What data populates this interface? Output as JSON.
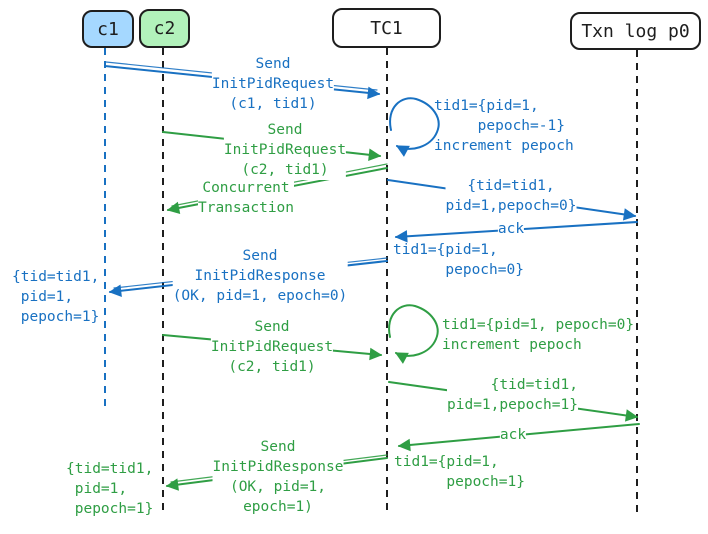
{
  "colors": {
    "blue": "#1971c2",
    "green": "#2f9e44",
    "ink": "#1e1e1e",
    "c1_fill": "#a5d8ff",
    "c2_fill": "#b2f2bb",
    "box_fill": "#ffffff",
    "bg": "#ffffff"
  },
  "actors": [
    {
      "id": "c1",
      "label": "c1"
    },
    {
      "id": "c2",
      "label": "c2"
    },
    {
      "id": "tc1",
      "label": "TC1"
    },
    {
      "id": "txnlog",
      "label": "Txn log p0"
    }
  ],
  "labels": {
    "msg1": {
      "color": "blue",
      "text": "Send\nInitPidRequest\n(c1, tid1)"
    },
    "loop1": {
      "color": "blue",
      "text": "tid1={pid=1,\n     pepoch=-1}\nincrement pepoch"
    },
    "msg2": {
      "color": "green",
      "text": "Send\nInitPidRequest\n(c2, tid1)"
    },
    "concurrent": {
      "color": "green",
      "text": "Concurrent\nTransaction"
    },
    "log1": {
      "color": "blue",
      "text": "{tid=tid1,\npid=1,pepoch=0}"
    },
    "ack1": {
      "color": "blue",
      "text": "ack"
    },
    "state1": {
      "color": "blue",
      "text": "tid1={pid=1,\n      pepoch=0}"
    },
    "msg8": {
      "color": "blue",
      "text": "Send\nInitPidResponse\n(OK, pid=1, epoch=0)"
    },
    "state_c1": {
      "color": "blue",
      "text": "{tid=tid1,\n pid=1,\n pepoch=1}"
    },
    "msg9": {
      "color": "green",
      "text": "Send\nInitPidRequest\n(c2, tid1)"
    },
    "loop2": {
      "color": "green",
      "text": "tid1={pid=1, pepoch=0}\nincrement pepoch"
    },
    "log2": {
      "color": "green",
      "text": "     {tid=tid1,\npid=1,pepoch=1}"
    },
    "ack2": {
      "color": "green",
      "text": "ack"
    },
    "state2": {
      "color": "green",
      "text": "tid1={pid=1,\n      pepoch=1}"
    },
    "msg14": {
      "color": "green",
      "text": "Send\nInitPidResponse\n(OK, pid=1,\nepoch=1)"
    },
    "state_c2": {
      "color": "green",
      "text": "{tid=tid1,\n pid=1,\n pepoch=1}"
    }
  }
}
